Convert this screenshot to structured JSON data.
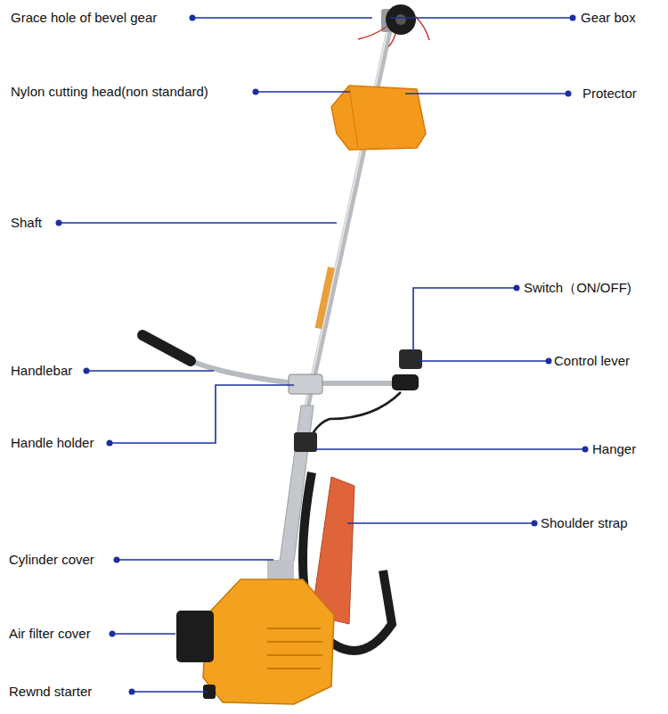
{
  "diagram": {
    "labels": [
      "Grace hole of bevel gear",
      "Gear box",
      "Nylon cutting head(non standard)",
      "Protector",
      "Shaft",
      "Switch（ON/OFF)",
      "Control lever",
      "Handlebar",
      "Handle holder",
      "Hanger",
      "Shoulder strap",
      "Cylinder cover",
      "Air filter cover",
      "Rewnd starter"
    ]
  }
}
